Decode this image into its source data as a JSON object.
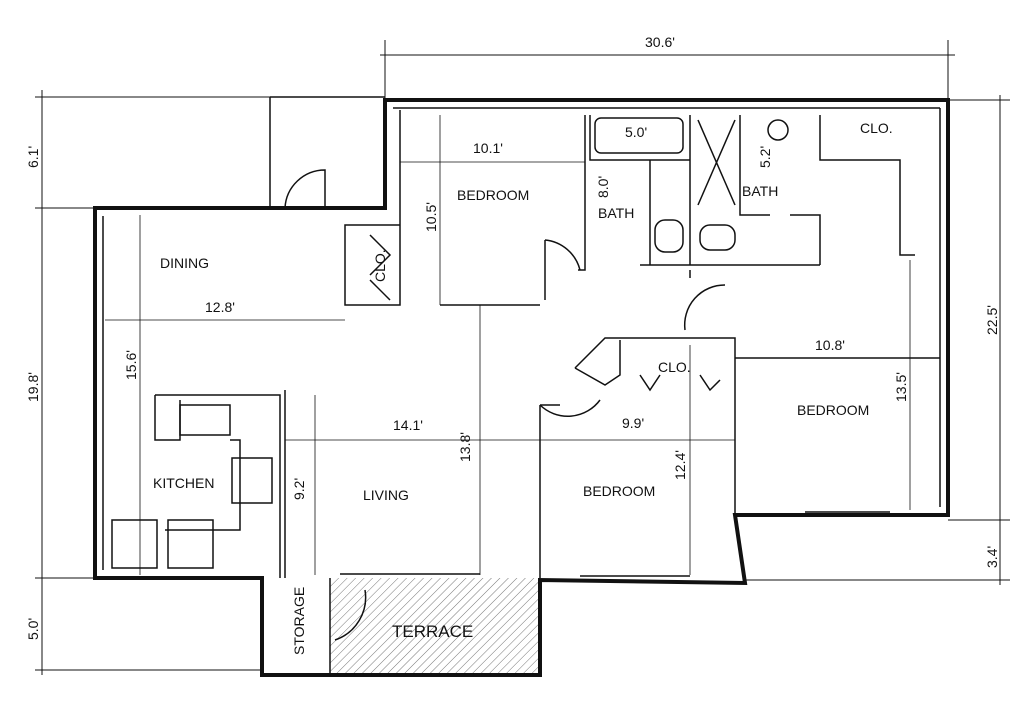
{
  "title": "Apartment floor plan",
  "dimensions": {
    "overall_width": "30.6'",
    "left_top": "6.1'",
    "left_middle": "19.8'",
    "left_bottom": "5.0'",
    "right_main": "22.5'",
    "right_bottom": "3.4'"
  },
  "rooms": {
    "bedroom_1": {
      "label": "BEDROOM",
      "width": "10.1'",
      "depth": "10.5'"
    },
    "closet_1": {
      "label": "CLO."
    },
    "dining": {
      "label": "DINING",
      "width": "12.8'"
    },
    "kitchen": {
      "label": "KITCHEN",
      "depth": "15.6'"
    },
    "living": {
      "label": "LIVING",
      "width": "14.1'",
      "depth": "13.8'",
      "depth_small": "9.2'"
    },
    "bath_1": {
      "label": "BATH",
      "width": "5.0'",
      "depth": "8.0'"
    },
    "bath_2": {
      "label": "BATH",
      "depth": "5.2'"
    },
    "closet_2": {
      "label": "CLO."
    },
    "closet_3": {
      "label": "CLO."
    },
    "bedroom_2": {
      "label": "BEDROOM",
      "width": "9.9'",
      "depth": "12.4'"
    },
    "bedroom_3": {
      "label": "BEDROOM",
      "width": "10.8'",
      "depth": "13.5'"
    },
    "storage": {
      "label": "STORAGE"
    },
    "terrace": {
      "label": "TERRACE"
    }
  }
}
